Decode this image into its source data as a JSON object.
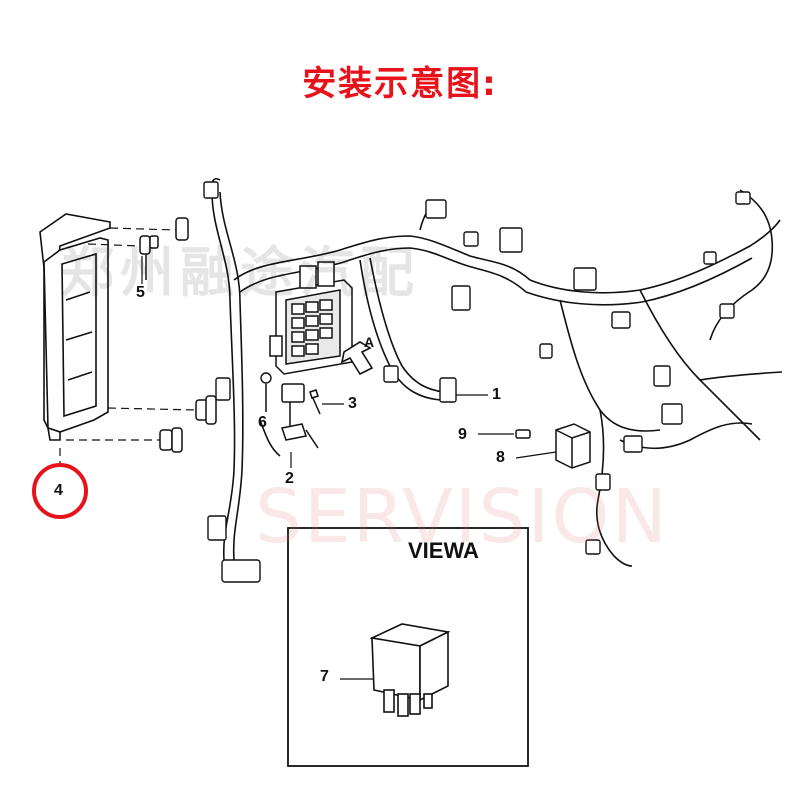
{
  "title": "安装示意图:",
  "watermarks": {
    "cn": "郑州融途汽配",
    "en": "SERVISION"
  },
  "callouts": {
    "c1": "1",
    "c2": "2",
    "c3": "3",
    "c4": "4",
    "c5": "5",
    "c6": "6",
    "c7": "7",
    "c8": "8",
    "c9": "9",
    "a": "A"
  },
  "inset": {
    "label": "VIEWA"
  },
  "colors": {
    "title": "#e8121a",
    "highlight_circle": "#e8121a",
    "line": "#111111"
  }
}
